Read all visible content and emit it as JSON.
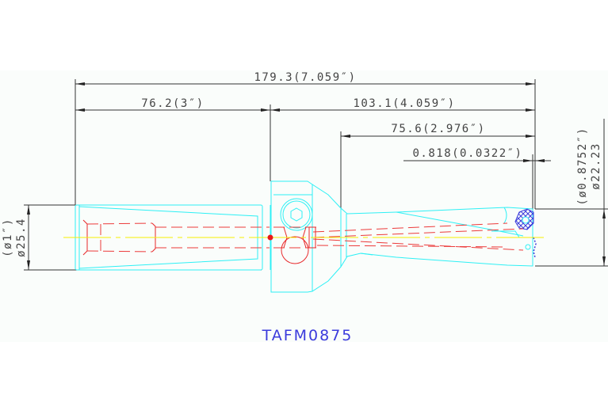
{
  "drawing": {
    "part_number": "TAFM0875",
    "dimensions": {
      "overall_length": "179.3(7.059″)",
      "shank_length": "76.2(3″)",
      "body_length": "103.1(4.059″)",
      "flute_length": "75.6(2.976″)",
      "tip_offset": "0.818(0.0322″)",
      "shank_diameter_metric": "ø25.4",
      "shank_diameter_inch": "(ø1″)",
      "cutting_diameter_metric": "ø22.23",
      "cutting_diameter_inch": "(ø0.8752″)"
    },
    "colors": {
      "outline": "#2ef0f5",
      "hidden_lines": "#e8282a",
      "centerline": "#f5f000",
      "insert_hatch": "#3b3bdc",
      "dimension_lines": "#333333",
      "label": "#3b3bdc"
    }
  }
}
